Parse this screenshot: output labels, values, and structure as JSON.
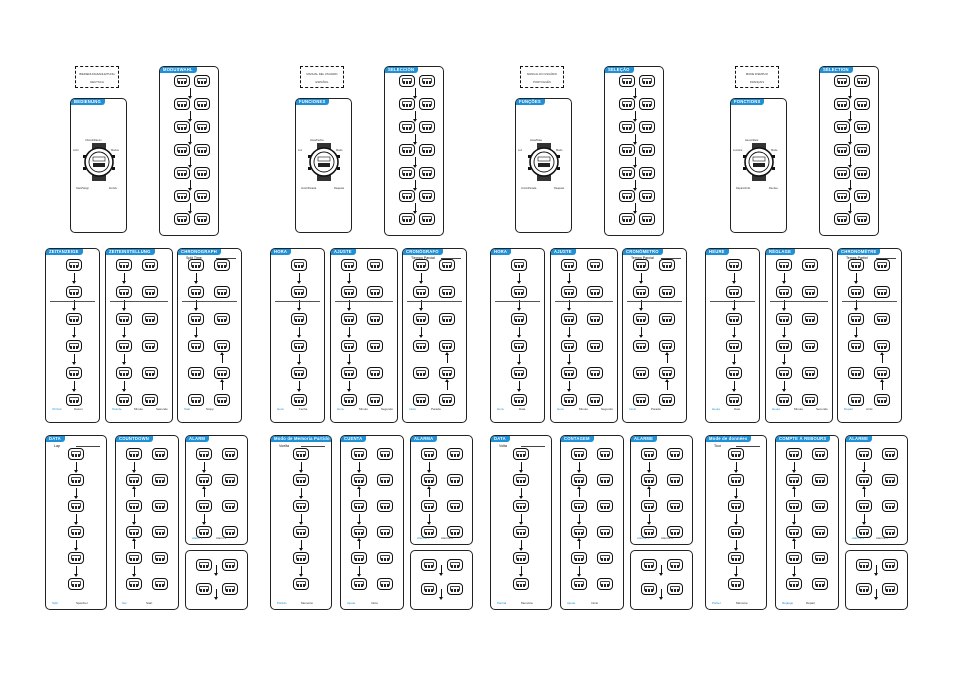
{
  "colors": {
    "accent": "#1f8fd6",
    "ink": "#111111"
  },
  "columns": [
    {
      "box_lines": [
        "BIEDIENUNGSANLEITUNG",
        "DEUTSCH"
      ],
      "intro_title": "BEDIENUNG",
      "intro_labels": [
        "Uhrzeit/Datum",
        "Licht",
        "Modus",
        "Start/Stopp",
        "Zurück"
      ],
      "nav_title": "MODUSWAHL",
      "top": [
        {
          "title": "ZEITANZEIGE",
          "caps": [
            "Uhrzeit",
            "Datum"
          ]
        },
        {
          "title": "ZEITEINSTELLUNG",
          "caps": [
            "Stunde",
            "Minute",
            "Sekunde"
          ]
        },
        {
          "title": "CHRONOGRAPH",
          "header": "Split Time",
          "caps": [
            "Start",
            "Stopp"
          ]
        }
      ],
      "bottom": [
        {
          "title": "DATA",
          "header": "Lap",
          "caps": [
            "Split",
            "Speicher"
          ]
        },
        {
          "title": "COUNTDOWN",
          "caps": [
            "Set",
            "Start"
          ]
        },
        {
          "title": "ALARM",
          "caps": [
            "Alarm 1",
            "Alarm 2"
          ]
        }
      ]
    },
    {
      "box_lines": [
        "MANUAL DEL USUARIO",
        "ESPAÑOL"
      ],
      "intro_title": "FUNCIONES",
      "intro_labels": [
        "Hora/Fecha",
        "Luz",
        "Modo",
        "Inicio/Parada",
        "Reajuste"
      ],
      "nav_title": "SELECCIÓN",
      "top": [
        {
          "title": "HORA",
          "caps": [
            "Hora",
            "Fecha"
          ]
        },
        {
          "title": "AJUSTE",
          "caps": [
            "Hora",
            "Minuto",
            "Segundo"
          ]
        },
        {
          "title": "CRONÓGRAFO",
          "header": "Tiempo Parcial",
          "caps": [
            "Inicio",
            "Parada"
          ]
        }
      ],
      "bottom": [
        {
          "title": "Modo de Memoria Partido",
          "header": "Vuelta",
          "caps": [
            "Partido",
            "Memoria"
          ]
        },
        {
          "title": "CUENTA",
          "caps": [
            "Ajuste",
            "Inicio"
          ]
        },
        {
          "title": "ALARMA",
          "caps": [
            "Alarma 1",
            "Alarma 2"
          ]
        }
      ]
    },
    {
      "box_lines": [
        "MANUAL DO USUÁRIO",
        "PORTUGUÊS"
      ],
      "intro_title": "FUNÇÕES",
      "intro_labels": [
        "Hora/Data",
        "Luz",
        "Modo",
        "Início/Parada",
        "Reajuste"
      ],
      "nav_title": "SELEÇÃO",
      "top": [
        {
          "title": "HORA",
          "caps": [
            "Hora",
            "Data"
          ]
        },
        {
          "title": "AJUSTE",
          "caps": [
            "Hora",
            "Minuto",
            "Segundo"
          ]
        },
        {
          "title": "CRONÓMETRO",
          "header": "Tempo Parcial",
          "caps": [
            "Início",
            "Parada"
          ]
        }
      ],
      "bottom": [
        {
          "title": "DATA",
          "header": "Volta",
          "caps": [
            "Parcial",
            "Memória"
          ]
        },
        {
          "title": "CONTAGEM",
          "caps": [
            "Ajuste",
            "Início"
          ]
        },
        {
          "title": "ALARME",
          "caps": [
            "Alarme 1",
            "Alarme 2"
          ]
        }
      ]
    },
    {
      "box_lines": [
        "MODE D'EMPLOI",
        "FRANÇAIS"
      ],
      "intro_title": "FONCTIONS",
      "intro_labels": [
        "Heure/Date",
        "Lumière",
        "Mode",
        "Départ/Arrêt",
        "Remise"
      ],
      "nav_title": "SÉLECTION",
      "top": [
        {
          "title": "HEURE",
          "caps": [
            "Heure",
            "Date"
          ]
        },
        {
          "title": "RÉGLAGE",
          "caps": [
            "Heure",
            "Minute",
            "Seconde"
          ]
        },
        {
          "title": "CHRONOMÈTRE",
          "header": "Temps Partiel",
          "caps": [
            "Départ",
            "Arrêt"
          ]
        }
      ],
      "bottom": [
        {
          "title": "Mode de données",
          "header": "Tour",
          "caps": [
            "Partiel",
            "Mémoire"
          ]
        },
        {
          "title": "COMPTE À REBOURS",
          "caps": [
            "Réglage",
            "Départ"
          ]
        },
        {
          "title": "ALARME",
          "caps": [
            "Alarme 1",
            "Alarme 2"
          ]
        }
      ]
    }
  ]
}
